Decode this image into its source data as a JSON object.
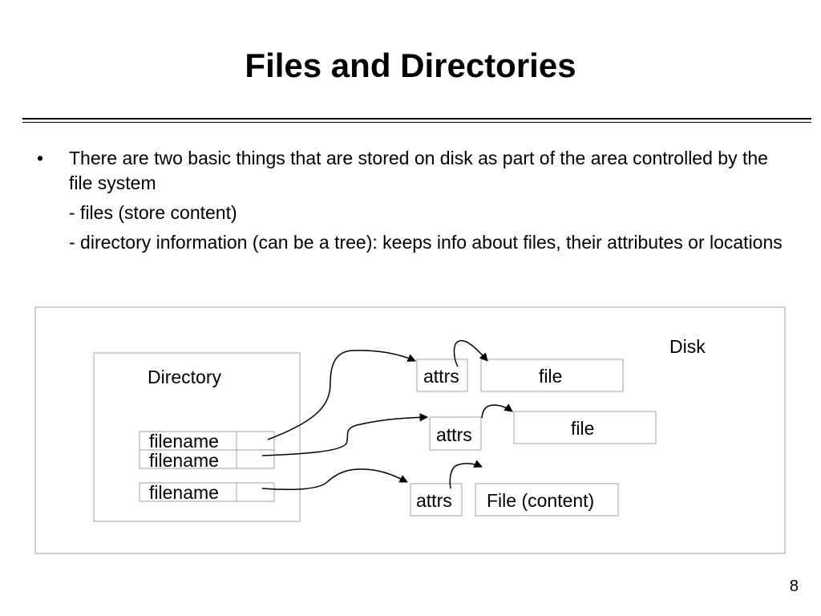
{
  "slide": {
    "title": "Files and Directories",
    "bullet_symbol": "•",
    "bullet_text": "There are two basic things that are stored on disk as part of the area controlled by the file system",
    "sub_items": [
      "- files (store content)",
      "- directory information (can be a tree): keeps info about files, their attributes or locations"
    ],
    "page_number": "8"
  },
  "diagram": {
    "disk_label": "Disk",
    "directory_label": "Directory",
    "filenames": [
      "filename",
      "filename",
      "filename"
    ],
    "attrs_labels": [
      "attrs",
      "attrs",
      "attrs"
    ],
    "file_labels": [
      "file",
      "file",
      "File (content)"
    ],
    "colors": {
      "box_border": "#a0a0a0",
      "arrow": "#000000"
    }
  }
}
